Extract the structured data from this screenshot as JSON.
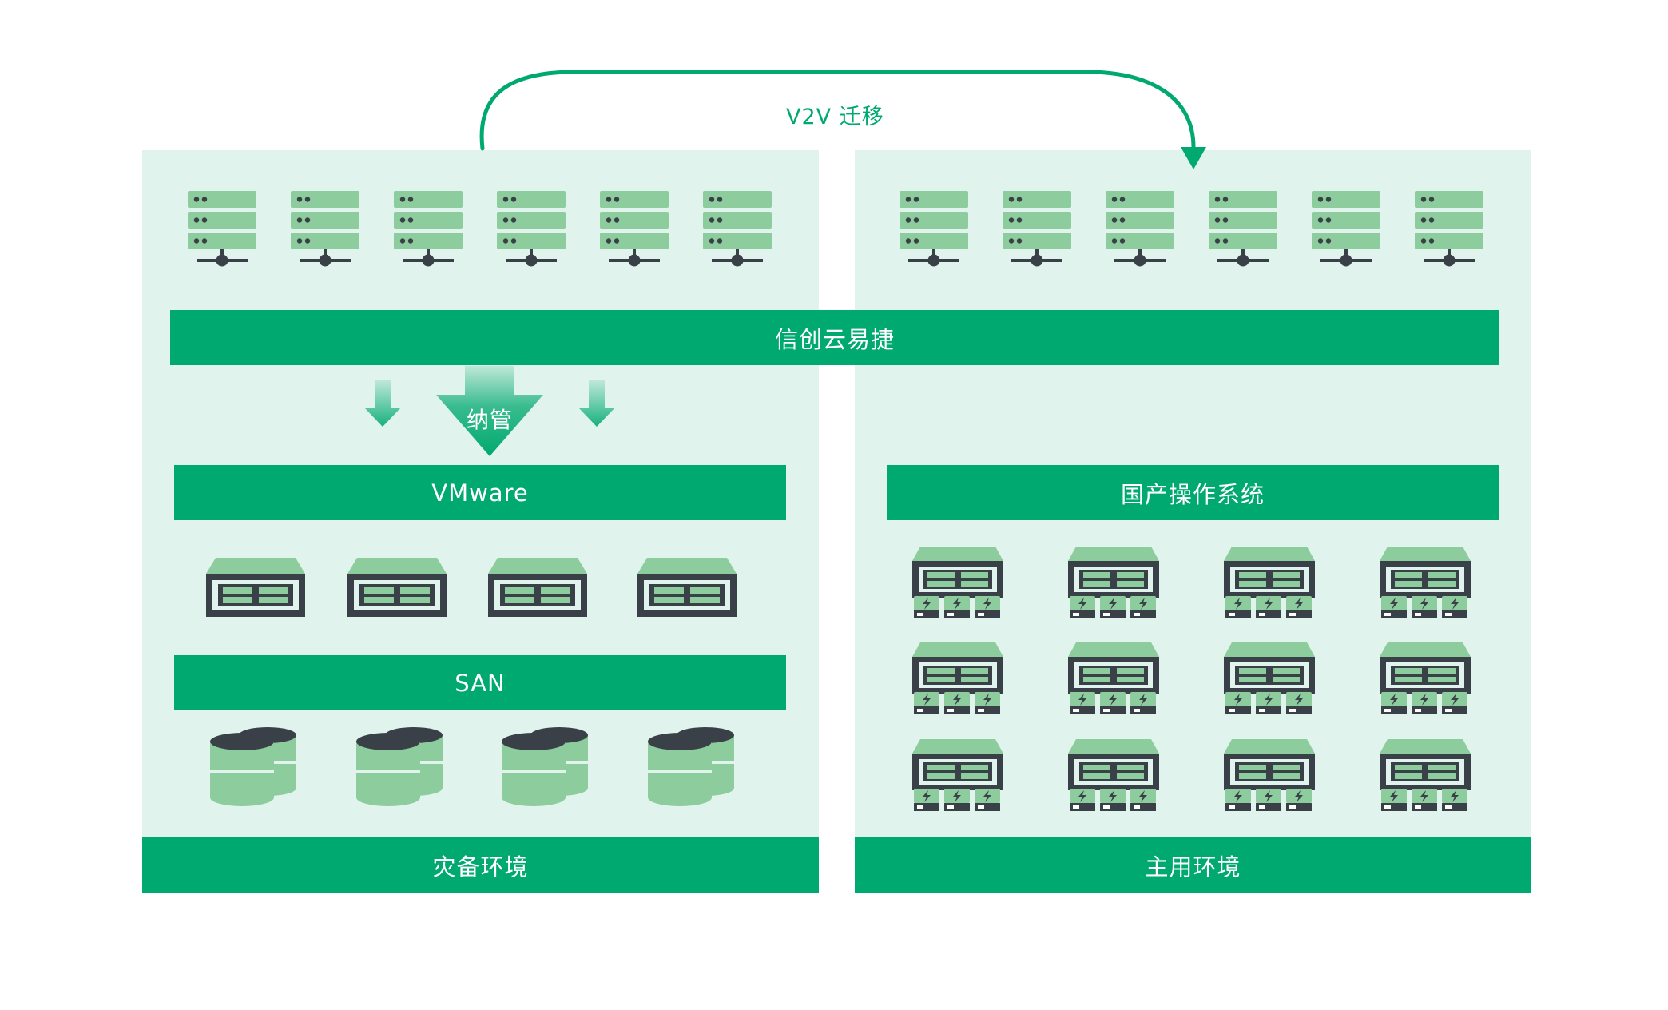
{
  "colors": {
    "accent": "#00a96f",
    "panel_bg": "#e0f3ec",
    "device_green": "#8ccc9d",
    "device_dark": "#3a4047"
  },
  "migration": {
    "label": "V2V 迁移"
  },
  "platform": {
    "label": "信创云易捷"
  },
  "manage": {
    "label": "纳管"
  },
  "left": {
    "virtualization": "VMware",
    "storage": "SAN",
    "environment": "灾备环境"
  },
  "right": {
    "os": "国产操作系统",
    "environment": "主用环境"
  },
  "icons": {
    "rack_server": "rack-server-icon",
    "host_server": "host-server-icon",
    "power_server": "power-server-icon",
    "storage_disk": "storage-disk-icon",
    "down_arrow": "down-arrow-icon"
  }
}
